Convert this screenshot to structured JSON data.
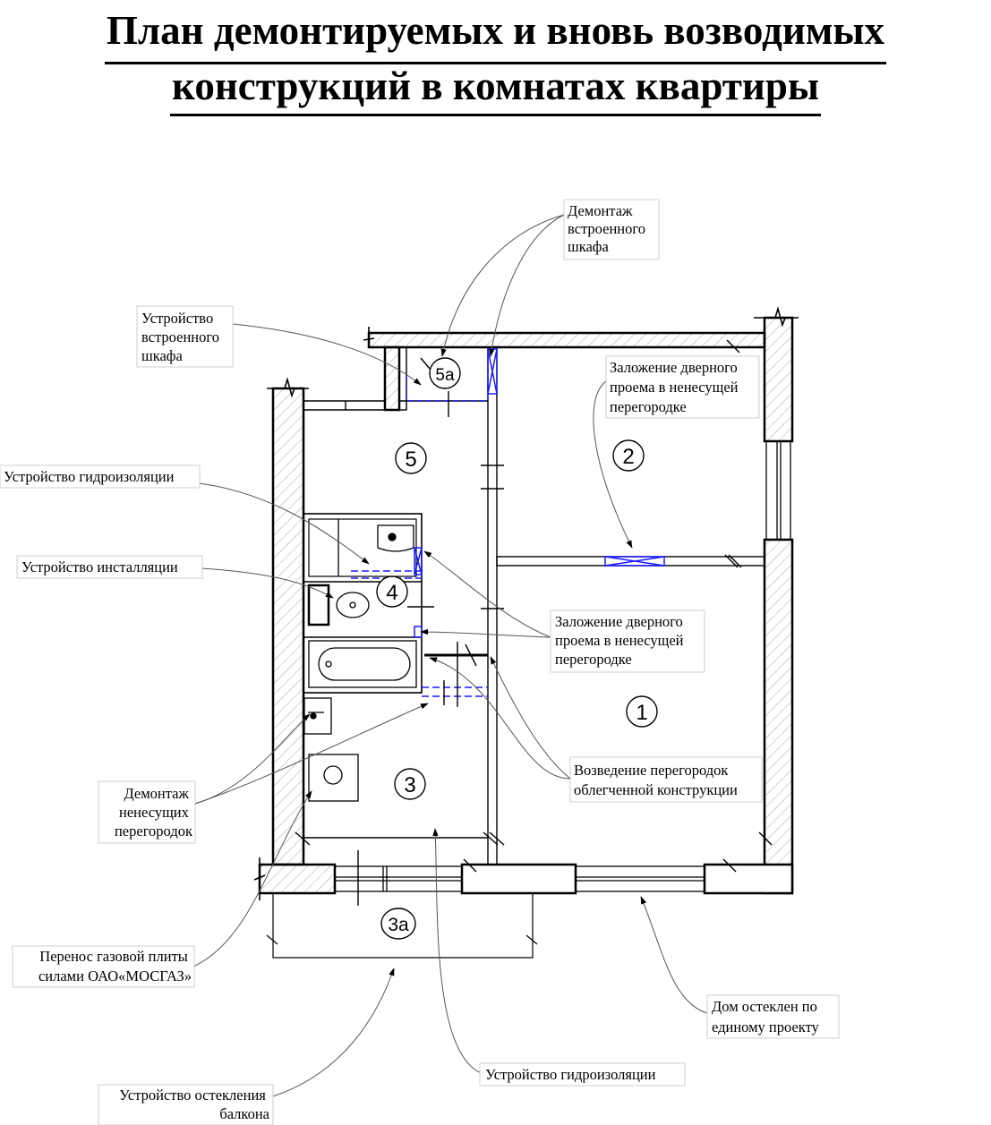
{
  "title": {
    "line1": "План демонтируемых и вновь возводимых",
    "line2": "конструкций в комнатах квартиры"
  },
  "rooms": {
    "r1": "1",
    "r2": "2",
    "r3": "3",
    "r3a": "3а",
    "r4": "4",
    "r5": "5",
    "r5a": "5а"
  },
  "callouts": {
    "dismantle_closet": [
      "Демонтаж",
      "встроенного",
      "шкафа"
    ],
    "build_closet": [
      "Устройство",
      "встроенного",
      "шкафа"
    ],
    "waterproofing_top": [
      "Устройство гидроизоляции"
    ],
    "installation": [
      "Устройство инсталляции"
    ],
    "close_door_top": [
      "Заложение дверного",
      "проема в ненесущей",
      "перегородке"
    ],
    "close_door_mid": [
      "Заложение дверного",
      "проема в ненесущей",
      "перегородке"
    ],
    "build_partitions": [
      "Возведение перегородок",
      "облегченной конструкции"
    ],
    "dismantle_partitions": [
      "Демонтаж",
      "ненесущих",
      "перегородок"
    ],
    "move_gas_stove": [
      "Перенос газовой плиты",
      "силами ОАО«МОСГАЗ»"
    ],
    "glazed_house": [
      "Дом остеклен по",
      "единому проекту"
    ],
    "waterproofing_bottom": [
      "Устройство гидроизоляции"
    ],
    "balcony_glazing": [
      "Устройство остекления",
      "балкона"
    ]
  },
  "colors": {
    "line": "#000000",
    "new_construction": "#1a1aff",
    "hatch": "#9a9a9a",
    "leader": "#444444"
  }
}
